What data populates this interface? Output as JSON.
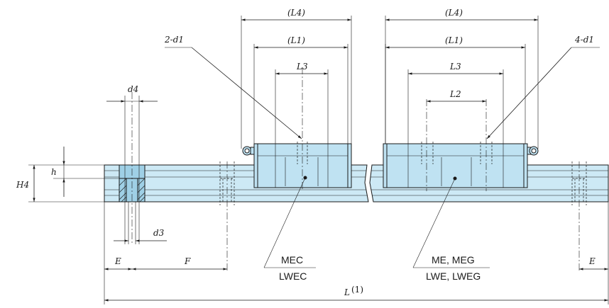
{
  "labels": {
    "L4_left": "(L4)",
    "L1_left": "(L1)",
    "L3_left": "L3",
    "L4_right": "(L4)",
    "L1_right": "(L1)",
    "L3_right": "L3",
    "L2_right": "L2",
    "d4": "d4",
    "d3": "d3",
    "h": "h",
    "H4": "H4",
    "E_left": "E",
    "F": "F",
    "E_right": "E",
    "L_total": "L",
    "L_note": "(1)",
    "holes_left": "2-d1",
    "holes_right": "4-d1"
  },
  "models": {
    "left_top": "MEC",
    "left_bottom": "LWEC",
    "right_top": "ME, MEG",
    "right_bottom": "LWE, LWEG"
  },
  "colors": {
    "rail_fill": "#cde9f5",
    "block_fill": "#bfe2f2",
    "line": "#1a1a1a"
  }
}
